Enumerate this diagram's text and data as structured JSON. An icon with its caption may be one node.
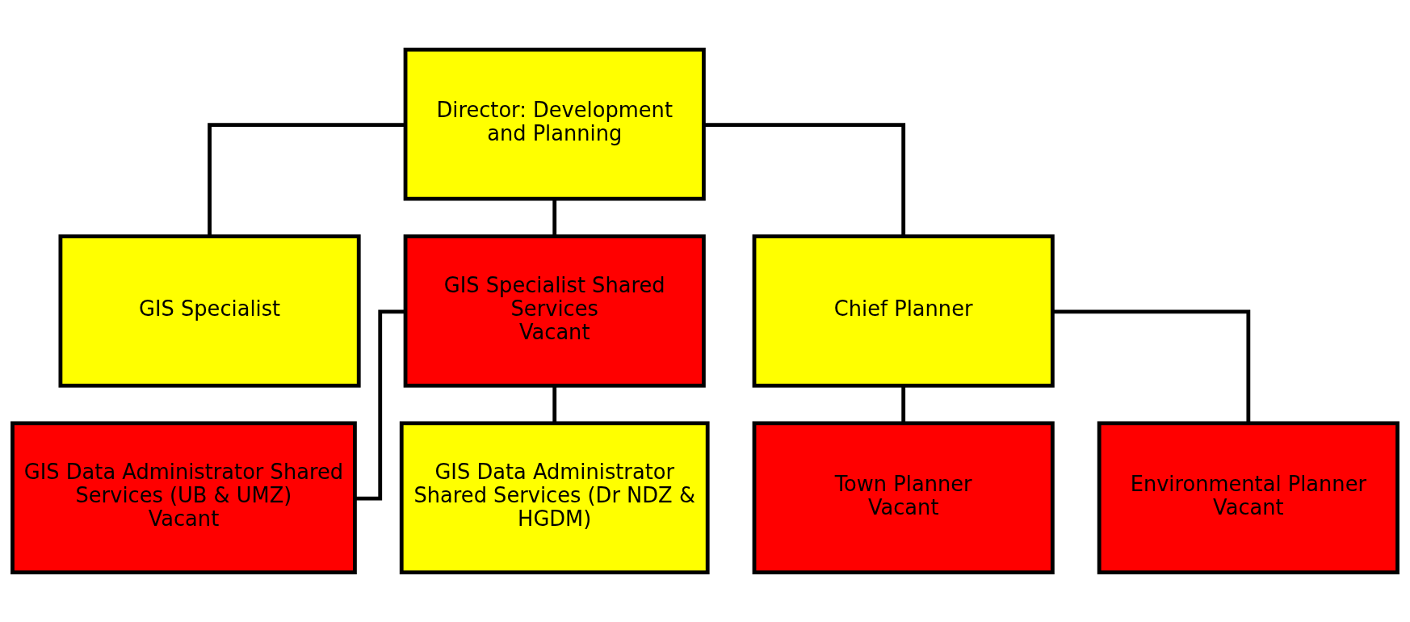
{
  "diagram": {
    "nodes": [
      {
        "text": [
          "Director: Development and Planning"
        ]
      },
      {
        "text": [
          "GIS Specialist"
        ]
      },
      {
        "text": [
          "GIS Specialist Shared Services",
          "Vacant"
        ]
      },
      {
        "text": [
          "Chief Planner"
        ]
      },
      {
        "text": [
          "GIS Data Administrator Shared",
          "Services (UB & UMZ)",
          "Vacant"
        ]
      },
      {
        "text": [
          "GIS Data Administrator Shared Services (Dr NDZ & HGDM)"
        ]
      },
      {
        "text": [
          "Town Planner",
          "Vacant"
        ]
      },
      {
        "text": [
          "Environmental Planner",
          "Vacant"
        ]
      }
    ],
    "edges": [
      {
        "from": 0,
        "to": 1,
        "arrow": "none"
      },
      {
        "from": 0,
        "to": 2,
        "arrow": "none"
      },
      {
        "from": 0,
        "to": 3,
        "arrow": "none"
      },
      {
        "from": 2,
        "to": 4,
        "arrow": "none"
      },
      {
        "from": 2,
        "to": 5,
        "arrow": "none"
      },
      {
        "from": 3,
        "to": 6,
        "arrow": "none"
      },
      {
        "from": 3,
        "to": 7,
        "arrow": "none"
      }
    ]
  }
}
